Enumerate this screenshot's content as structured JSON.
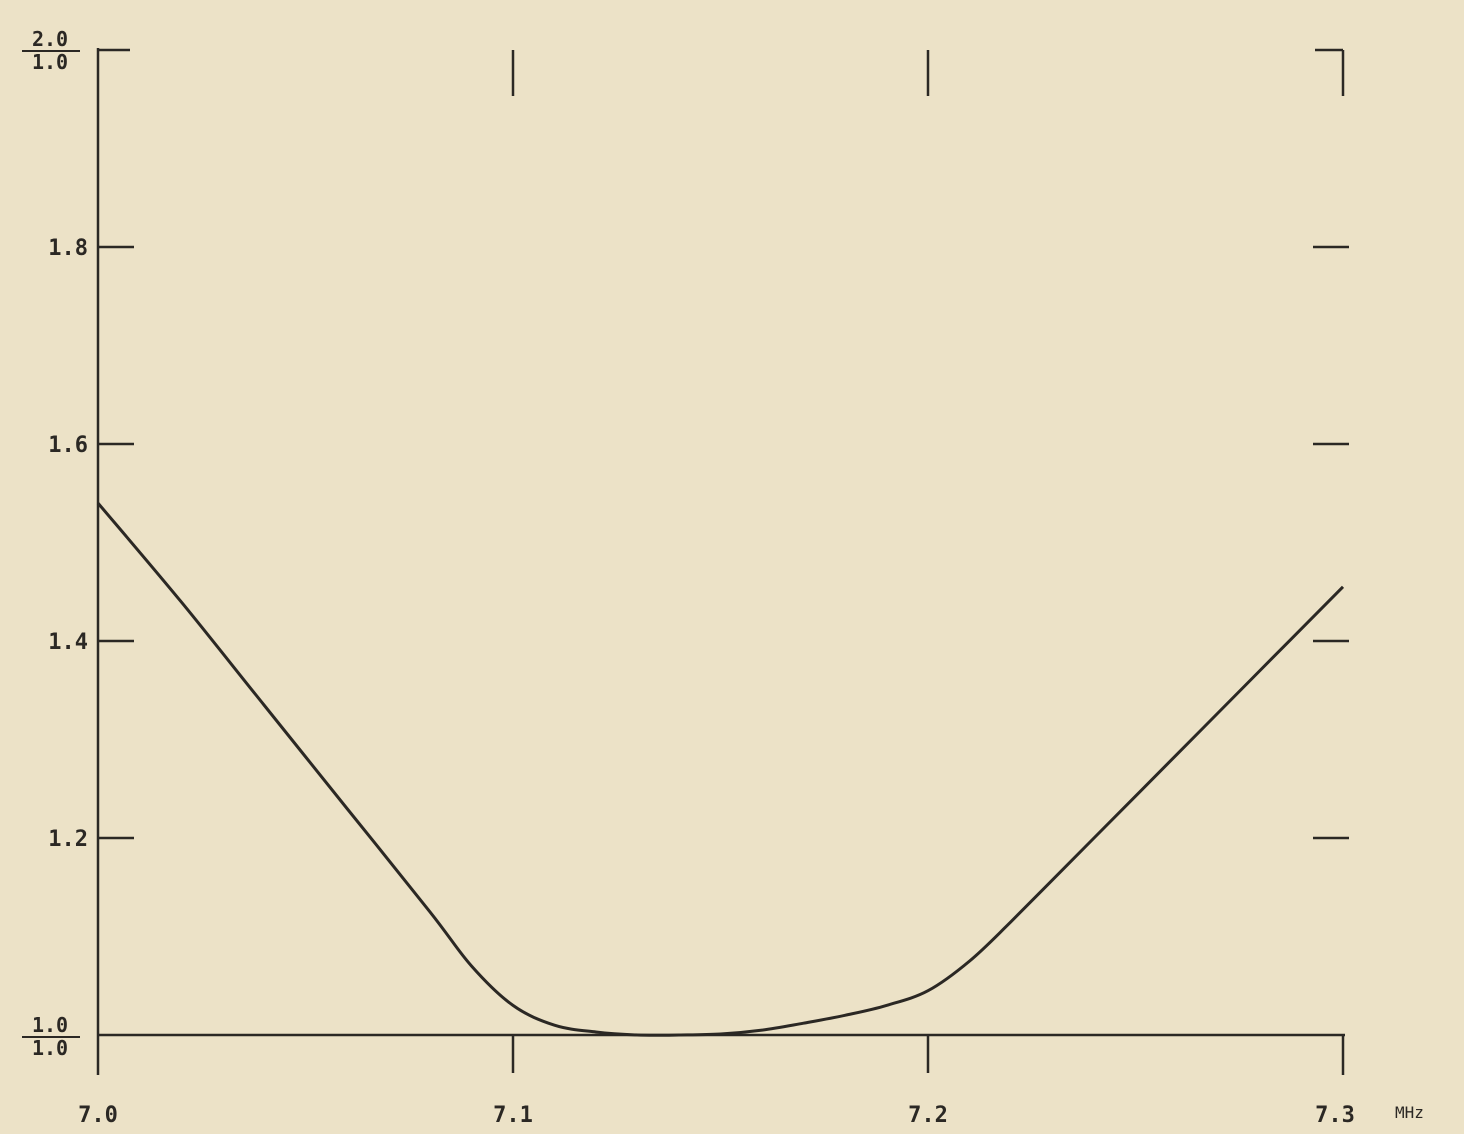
{
  "chart_data": {
    "type": "line",
    "x_unit": "MHz",
    "x": [
      7.0,
      7.02,
      7.04,
      7.06,
      7.08,
      7.09,
      7.1,
      7.11,
      7.12,
      7.13,
      7.14,
      7.15,
      7.16,
      7.17,
      7.18,
      7.19,
      7.2,
      7.21,
      7.22,
      7.24,
      7.26,
      7.28,
      7.3
    ],
    "series": [
      {
        "values": [
          1.54,
          1.44,
          1.335,
          1.23,
          1.125,
          1.07,
          1.03,
          1.01,
          1.003,
          1.0,
          1.0,
          1.001,
          1.005,
          1.012,
          1.02,
          1.03,
          1.045,
          1.075,
          1.115,
          1.2,
          1.285,
          1.37,
          1.455
        ]
      }
    ],
    "xlim": [
      7.0,
      7.3
    ],
    "ylim": [
      1.0,
      2.0
    ],
    "x_ticks": [
      7.0,
      7.1,
      7.2,
      7.3
    ],
    "x_tick_labels": [
      "7.0",
      "7.1",
      "7.2",
      "7.3"
    ],
    "y_ticks": [
      1.2,
      1.4,
      1.6,
      1.8
    ],
    "y_tick_labels": [
      "1.2",
      "1.4",
      "1.6",
      "1.8"
    ],
    "y_top_label": {
      "num": "2.0",
      "den": "1.0"
    },
    "y_bottom_label": {
      "num": "1.0",
      "den": "1.0"
    },
    "grid": false,
    "background": "#ece2c7",
    "line_color": "#2b2824"
  }
}
